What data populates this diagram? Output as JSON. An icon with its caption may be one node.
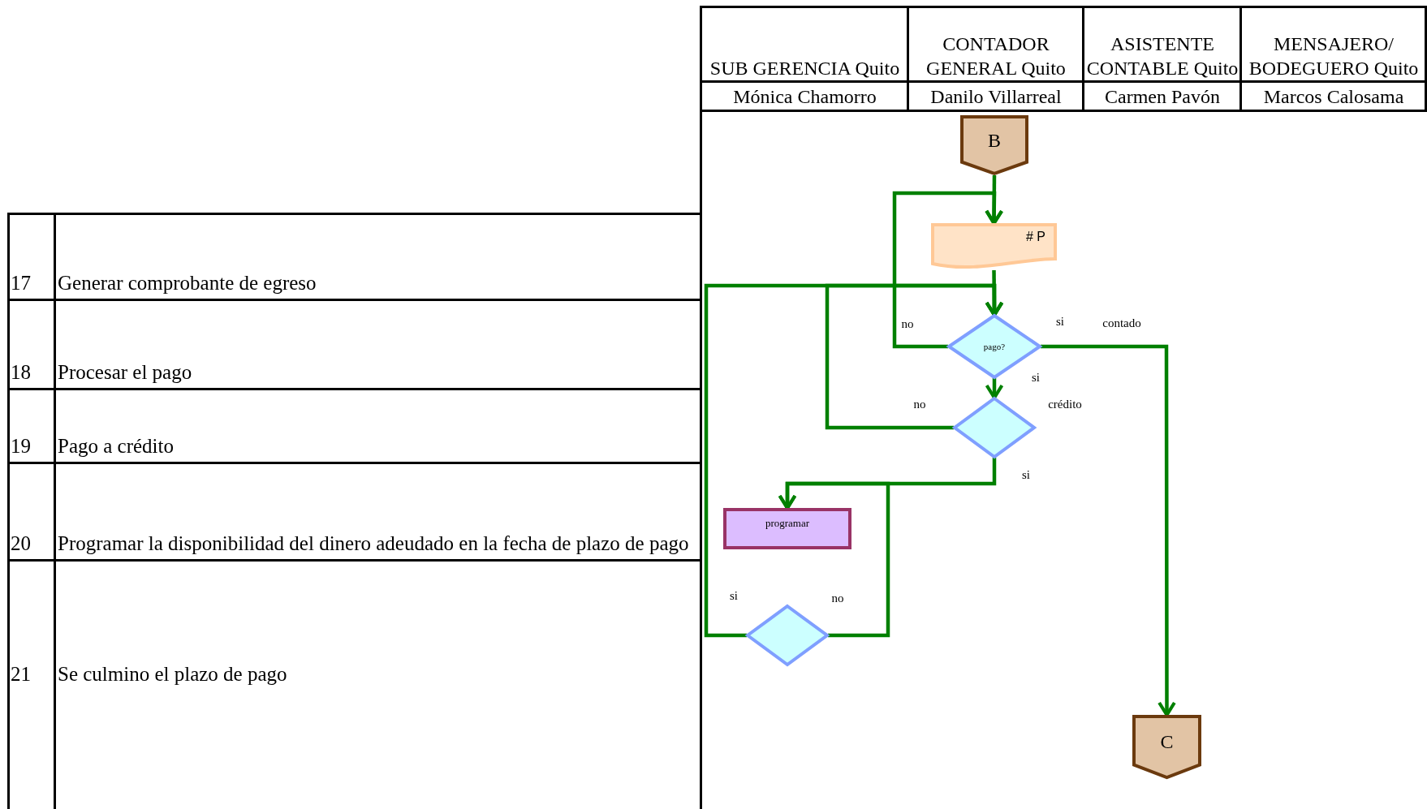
{
  "diagram": {
    "nodes": [
      {
        "text": [
          "B"
        ]
      },
      {
        "text": [
          "# P"
        ]
      },
      {
        "text": [
          "pago?"
        ]
      },
      {
        "text": [],
        "shape": "diamond"
      },
      {
        "text": [
          "programar"
        ]
      },
      {
        "text": [],
        "shape": "diamond"
      },
      {
        "text": [
          "C"
        ]
      }
    ],
    "edges": [
      {
        "from": 0,
        "to": 1,
        "arrow": "to"
      },
      {
        "from": 1,
        "to": 2,
        "arrow": "to"
      },
      {
        "from": 2,
        "to": 1,
        "arrow": "to",
        "label": "no"
      },
      {
        "from": 2,
        "to": 6,
        "arrow": "to",
        "label": "si"
      },
      {
        "from": 2,
        "to": 3,
        "arrow": "to",
        "label": "si"
      },
      {
        "from": 3,
        "to": 2,
        "arrow": "to",
        "label": "no"
      },
      {
        "from": 3,
        "to": 4,
        "arrow": "to",
        "label": "si"
      },
      {
        "from": 5,
        "to": 2,
        "arrow": "to",
        "label": "si"
      },
      {
        "from": 5,
        "to": 4,
        "arrow": "to",
        "label": "no"
      }
    ],
    "labels": [
      "SUB GERENCIA Quito",
      "CONTADOR GENERAL Quito",
      "ASISTENTE CONTABLE Quito",
      "MENSAJERO/ BODEGUERO Quito",
      "Mónica Chamorro",
      "Danilo Villarreal",
      "Carmen Pavón",
      "Marcos Calosama",
      "17",
      "Generar comprobante de egreso",
      "18",
      "Procesar el pago",
      "19",
      "Pago a crédito",
      "20",
      "Programar la disponibilidad del dinero adeudado en la fecha de plazo de pago",
      "21",
      "Se culmino el plazo de pago",
      "contado",
      "crédito"
    ]
  }
}
